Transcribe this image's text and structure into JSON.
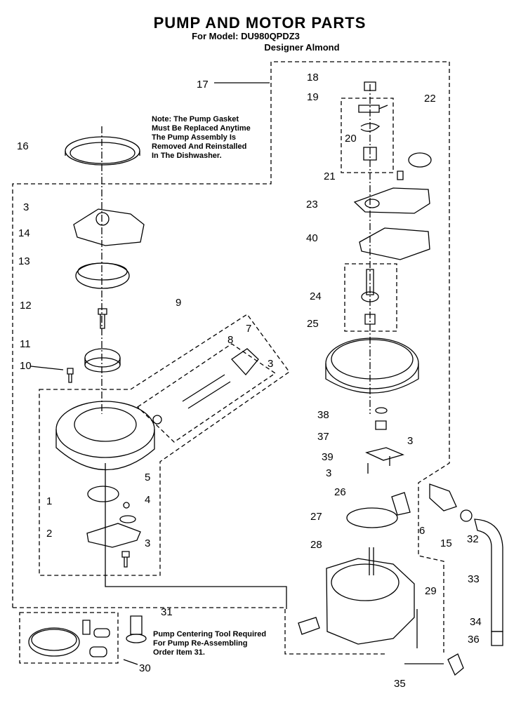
{
  "header": {
    "title": "PUMP AND MOTOR PARTS",
    "model": "For Model: DU980QPDZ3",
    "color": "Designer Almond"
  },
  "notes": {
    "gasket": [
      "Note: The Pump Gasket",
      "Must Be Replaced Anytime",
      "The Pump Assembly Is",
      "Removed And Reinstalled",
      "In The Dishwasher."
    ],
    "tool": [
      "Pump Centering Tool Required",
      "For Pump Re-Assembling",
      "Order Item 31."
    ]
  },
  "callouts": [
    "17",
    "16",
    "3",
    "14",
    "13",
    "12",
    "11",
    "10",
    "9",
    "8",
    "7",
    "3",
    "1",
    "5",
    "4",
    "2",
    "3",
    "18",
    "19",
    "22",
    "20",
    "21",
    "23",
    "40",
    "24",
    "25",
    "38",
    "37",
    "3",
    "39",
    "3",
    "26",
    "27",
    "6",
    "15",
    "32",
    "28",
    "33",
    "29",
    "34",
    "36",
    "35",
    "31",
    "30"
  ]
}
